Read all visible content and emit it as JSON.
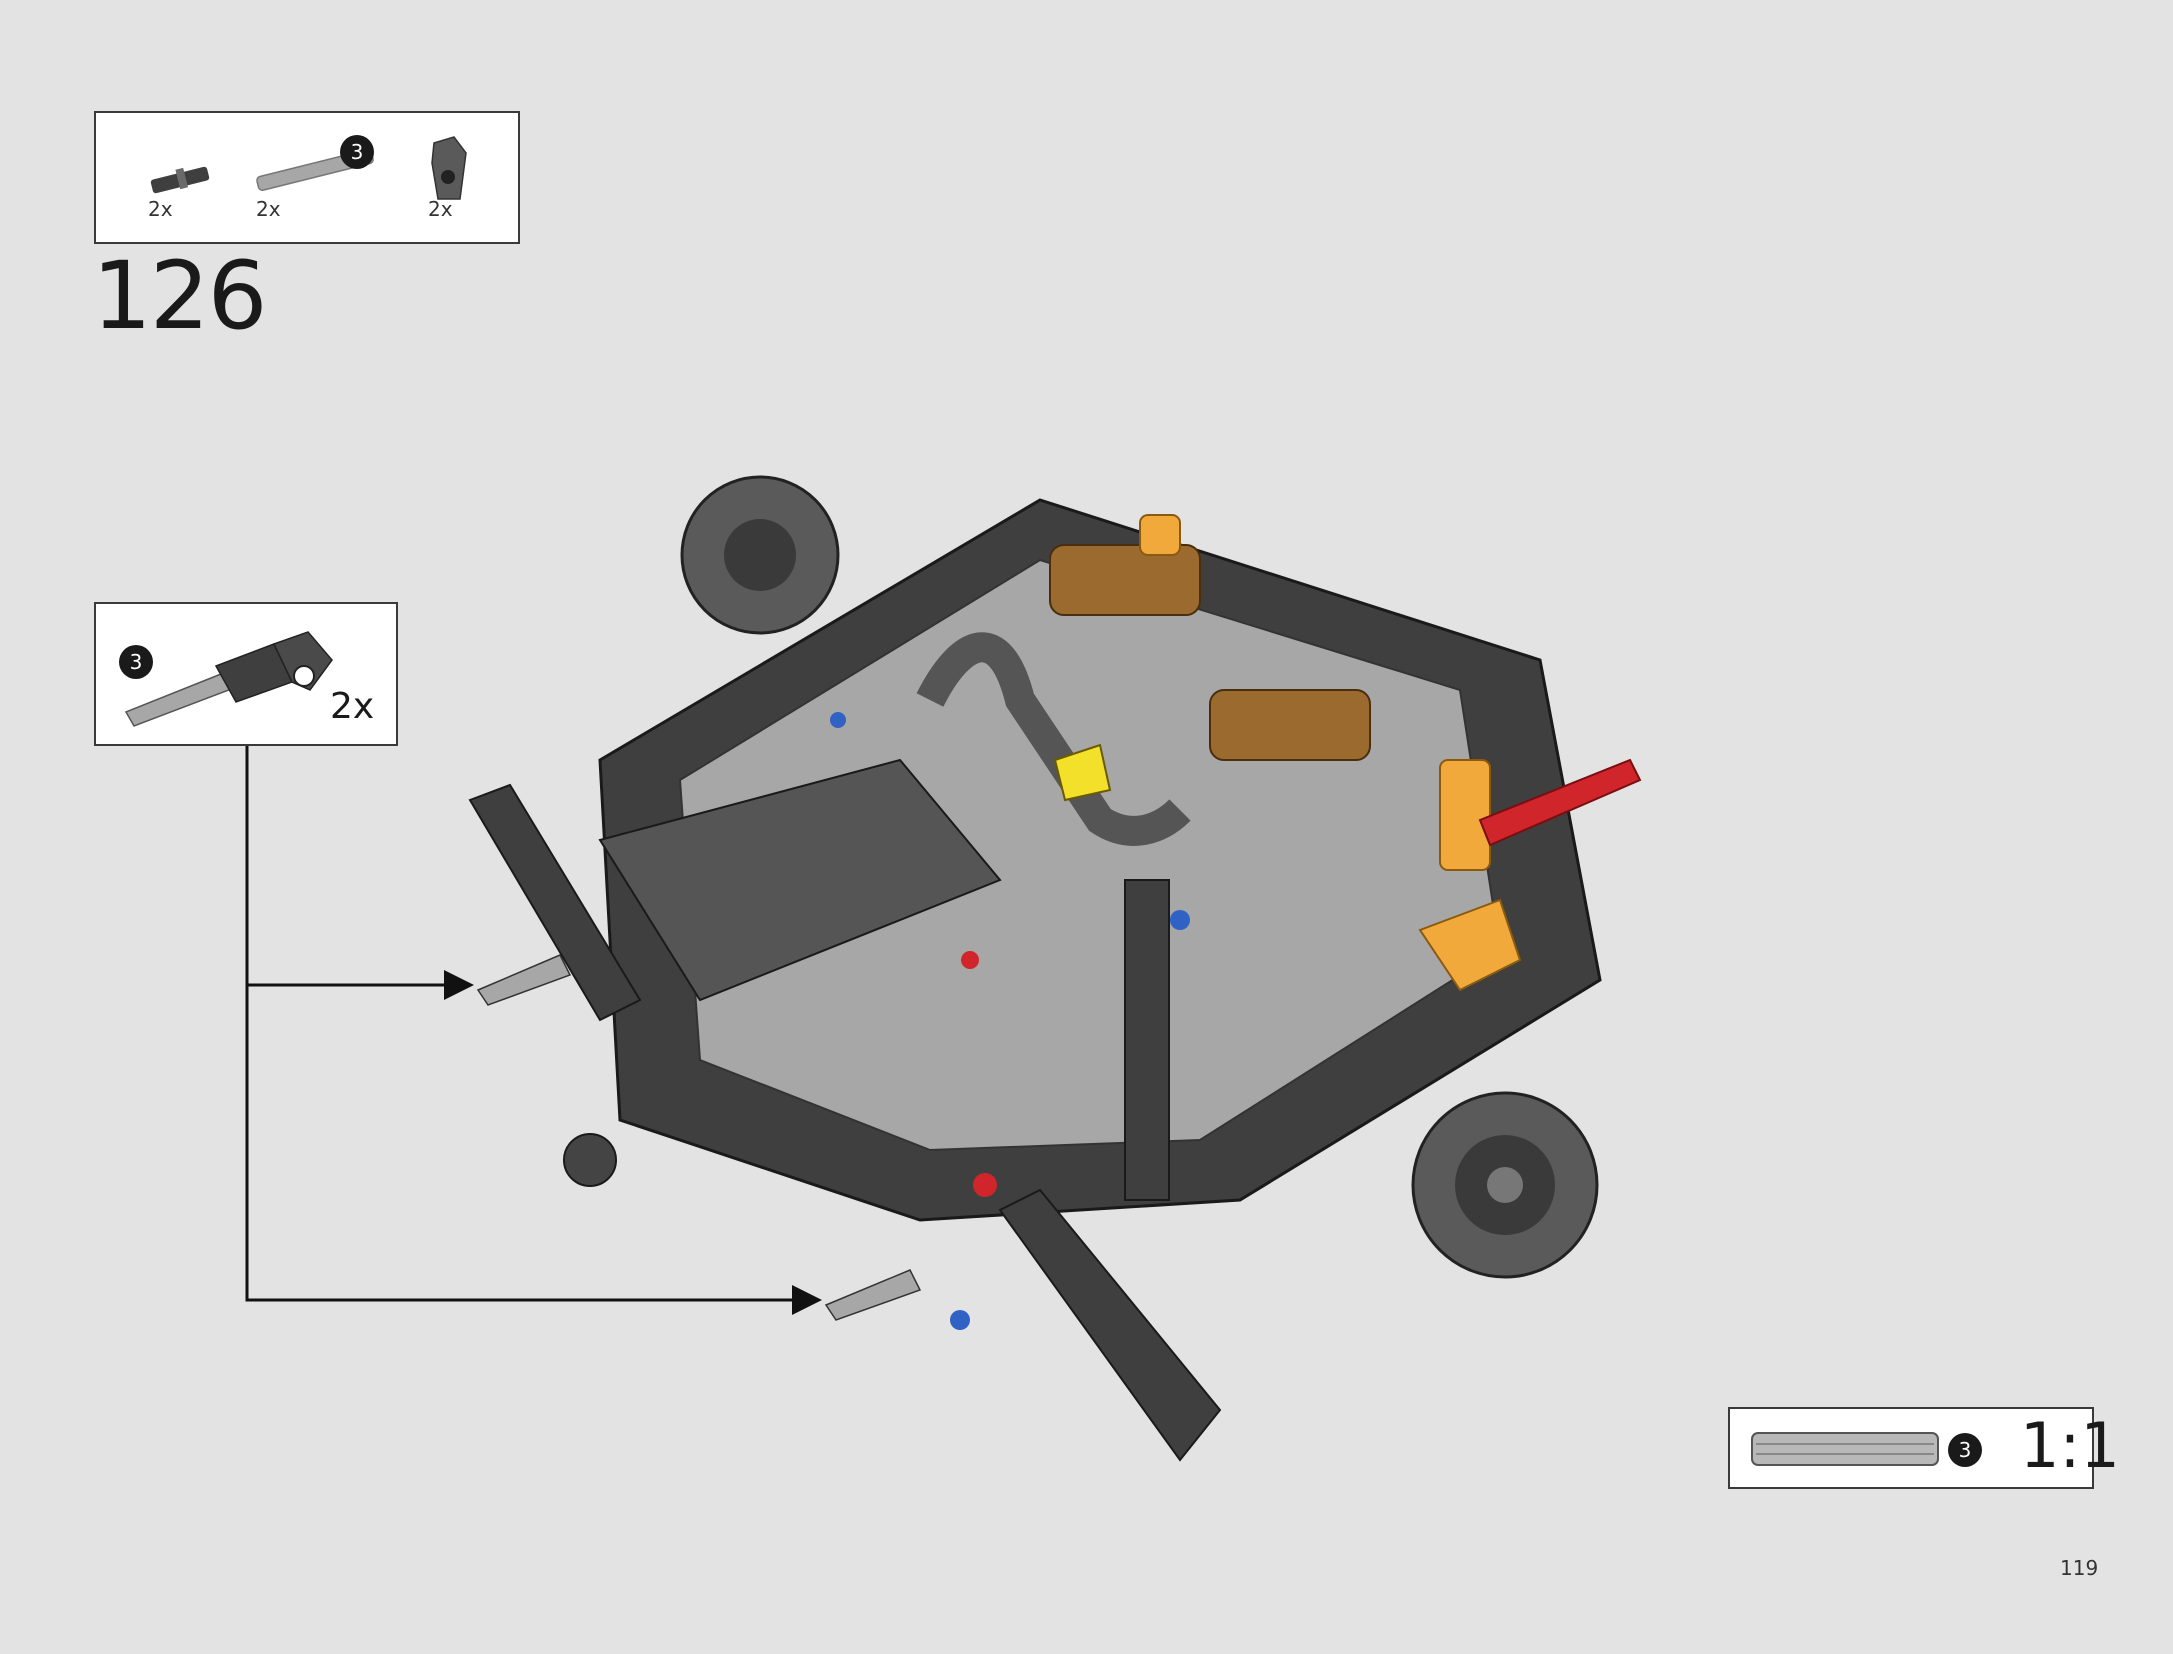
{
  "step": {
    "number": "126"
  },
  "parts_list": {
    "items": [
      {
        "name": "axle-pin-icon",
        "qty": "2x"
      },
      {
        "name": "axle-3-icon",
        "qty": "2x",
        "length": "3"
      },
      {
        "name": "connector-icon",
        "qty": "2x"
      }
    ]
  },
  "sub_assembly": {
    "length": "3",
    "qty": "2x"
  },
  "scale_reference": {
    "length": "3",
    "scale": "1:1"
  },
  "page": {
    "number": "119"
  },
  "colors": {
    "background": "#e3e3e3",
    "dark_grey": "#3f3f3f",
    "light_grey": "#a7a7a7",
    "orange": "#f2a93b",
    "brown": "#9a6a2e",
    "red": "#d0262b",
    "yellow": "#f3e02a",
    "blue": "#2f62c4"
  }
}
